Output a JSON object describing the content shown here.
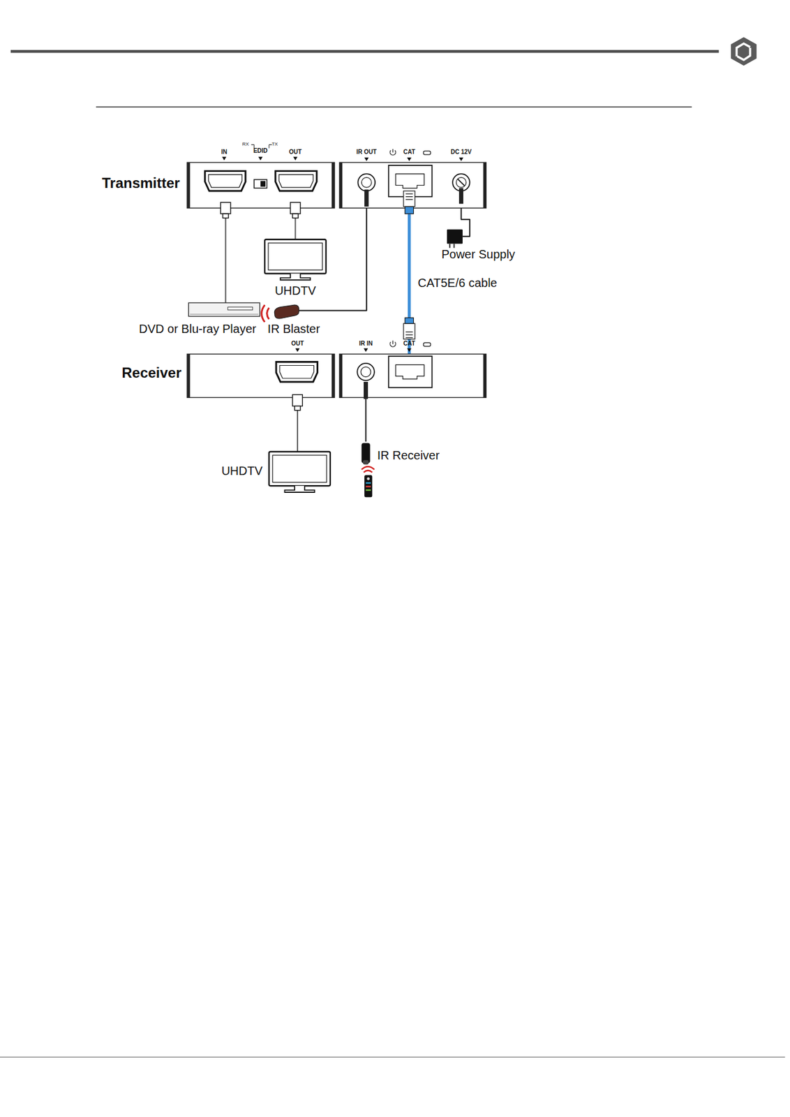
{
  "diagram": {
    "nodes": [
      {
        "text": [
          "Transmitter",
          "IN",
          "RX",
          "EDID",
          "TX",
          "OUT"
        ]
      },
      {
        "text": [
          "IR OUT",
          "CAT",
          "DC 12V"
        ]
      },
      {
        "text": [
          "UHDTV"
        ]
      },
      {
        "text": [
          "DVD or Blu-ray Player"
        ]
      },
      {
        "text": [
          "IR Blaster"
        ]
      },
      {
        "text": [
          "Power Supply"
        ]
      },
      {
        "text": [
          "Receiver",
          "OUT"
        ]
      },
      {
        "text": [
          "IR IN",
          "CAT"
        ]
      },
      {
        "text": [
          "UHDTV"
        ]
      },
      {
        "text": [
          "IR Receiver"
        ]
      }
    ],
    "edges": [
      {
        "from": 3,
        "to": 0,
        "arrow": "none"
      },
      {
        "from": 0,
        "to": 2,
        "arrow": "none"
      },
      {
        "from": 1,
        "to": 4,
        "arrow": "none"
      },
      {
        "from": 5,
        "to": 1,
        "arrow": "none"
      },
      {
        "from": 1,
        "to": 7,
        "label": "CAT5E/6 cable",
        "arrow": "none"
      },
      {
        "from": 6,
        "to": 8,
        "arrow": "none"
      },
      {
        "from": 9,
        "to": 7,
        "arrow": "none"
      }
    ]
  }
}
